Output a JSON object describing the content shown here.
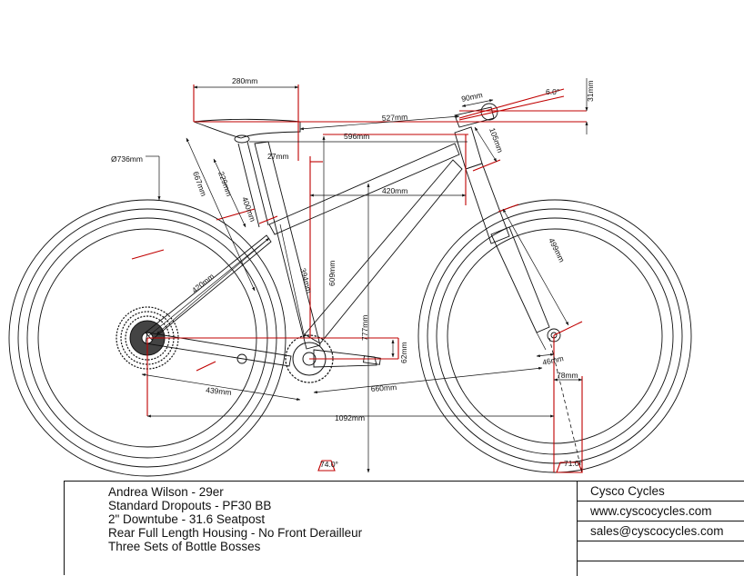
{
  "colors": {
    "line": "#111111",
    "dimension_red": "#c00000",
    "background": "#ffffff"
  },
  "dimensions": {
    "saddle_length": "280mm",
    "saddle_setback": "27mm",
    "reach_to_bars": "527mm",
    "stem_length": "90mm",
    "stem_angle": "6.0°",
    "bar_drop": "31mm",
    "spacer_stack": "105mm",
    "effective_top_tube": "596mm",
    "actual_top_tube": "420mm",
    "wheel_diameter": "Ø736mm",
    "saddle_height": "667mm",
    "seatpost_ext": "229mm",
    "seat_tube": "400mm",
    "seatstay": "420mm",
    "seat_tube_lower": "394mm",
    "stack_609": "609mm",
    "stack_777": "777mm",
    "bb_drop": "62mm",
    "chainstay": "439mm",
    "front_center": "660mm",
    "wheelbase": "1092mm",
    "fork_length": "499mm",
    "fork_offset": "46mm",
    "trail": "78mm",
    "seat_angle": "74.0°",
    "head_angle": "71.0°"
  },
  "title_block": {
    "notes": [
      "Andrea Wilson - 29er",
      "Standard Dropouts - PF30 BB",
      "2\" Downtube - 31.6 Seatpost",
      "Rear Full Length Housing - No Front Derailleur",
      "Three Sets of Bottle Bosses"
    ],
    "company": {
      "name": "Cysco Cycles",
      "website": "www.cyscocycles.com",
      "email": "sales@cyscocycles.com"
    }
  }
}
